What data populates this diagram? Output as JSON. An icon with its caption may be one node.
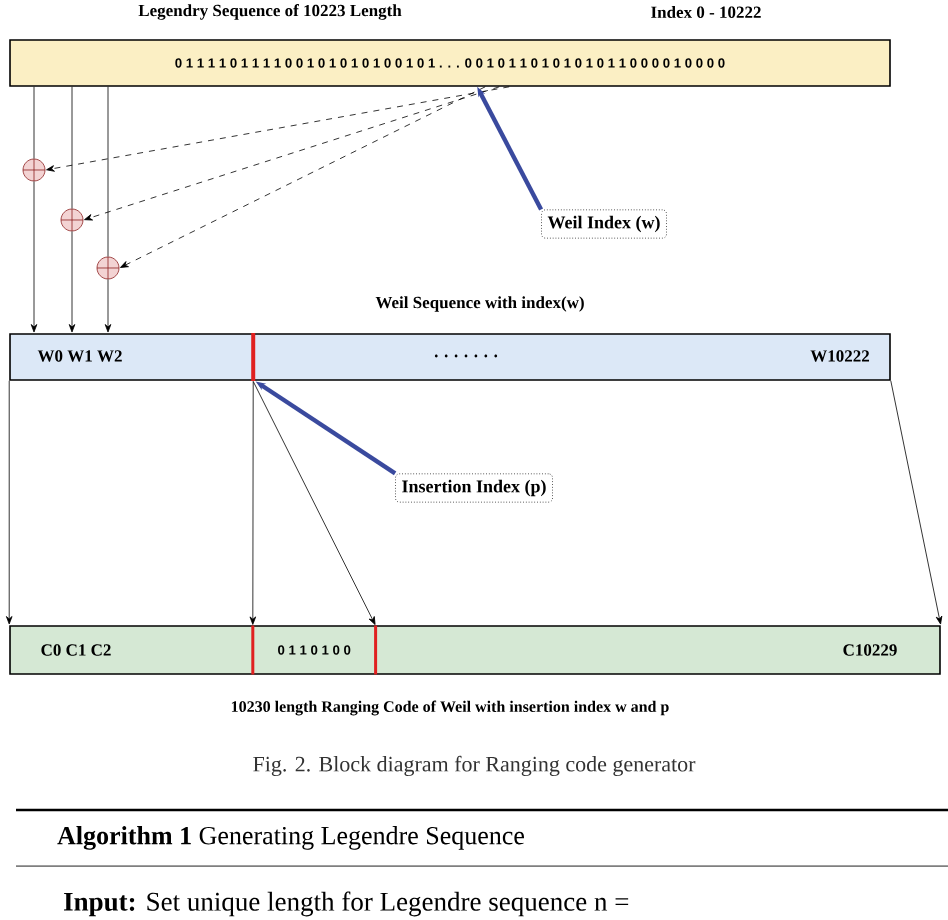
{
  "diagram": {
    "caption": "Fig. 2.  Block diagram for Ranging code generator",
    "nodes": [
      {
        "text": [
          "Legendry Sequence of 10223 Length",
          "Index 0 - 10222",
          "0 1 1 1 1 0 1 1 1 1 0 0 1 0 1 0 1 0 1 0 0 1 0 1 . . . 0 0 1 0 1 1 0 1 0 1 0 1 0 1 1 0 0 0 0 1 0 0 0 0"
        ]
      },
      {
        "text": [],
        "shape": "circle"
      },
      {
        "text": [],
        "shape": "circle"
      },
      {
        "text": [],
        "shape": "circle"
      },
      {
        "text": [
          "Weil Index (w)"
        ]
      },
      {
        "text": [
          "Weil Sequence with index(w)",
          "W0 W1 W2",
          ". . . . . . .",
          "W10222"
        ]
      },
      {
        "text": [
          "Insertion Index (p)"
        ]
      },
      {
        "text": [
          "C0 C1 C2",
          "C10229",
          "10230 length Ranging Code of  Weil with insertion index w and p"
        ]
      },
      {
        "text": [
          "0 1 1 0 1 0 0"
        ],
        "in": 7
      },
      {
        "text": [],
        "shape": "bar",
        "in": 5
      }
    ],
    "edges": [
      {
        "from": 0,
        "to": 1,
        "arrow": "none"
      },
      {
        "from": 1,
        "to": 5,
        "arrow": "to"
      },
      {
        "from": 0,
        "to": 2,
        "arrow": "none"
      },
      {
        "from": 2,
        "to": 5,
        "arrow": "to"
      },
      {
        "from": 0,
        "to": 3,
        "arrow": "none"
      },
      {
        "from": 3,
        "to": 5,
        "arrow": "to"
      },
      {
        "from": 0,
        "to": 1,
        "arrow": "to",
        "style": "dashed"
      },
      {
        "from": 0,
        "to": 2,
        "arrow": "to",
        "style": "dashed"
      },
      {
        "from": 0,
        "to": 3,
        "arrow": "to",
        "style": "dashed"
      },
      {
        "from": 4,
        "to": 0,
        "arrow": "to",
        "style": "thick",
        "color": "#3a4a9e"
      },
      {
        "from": 6,
        "to": 9,
        "arrow": "to",
        "style": "thick",
        "color": "#3a4a9e"
      },
      {
        "from": 5,
        "to": 7,
        "arrow": "to"
      },
      {
        "from": 9,
        "to": 8,
        "arrow": "to"
      },
      {
        "from": 9,
        "to": 8,
        "arrow": "to"
      },
      {
        "from": 5,
        "to": 7,
        "arrow": "to"
      }
    ],
    "labels": [
      "**Algorithm 1** Generating Legendre Sequence",
      "**Input:** Set unique length for Legendre sequence n ="
    ]
  }
}
